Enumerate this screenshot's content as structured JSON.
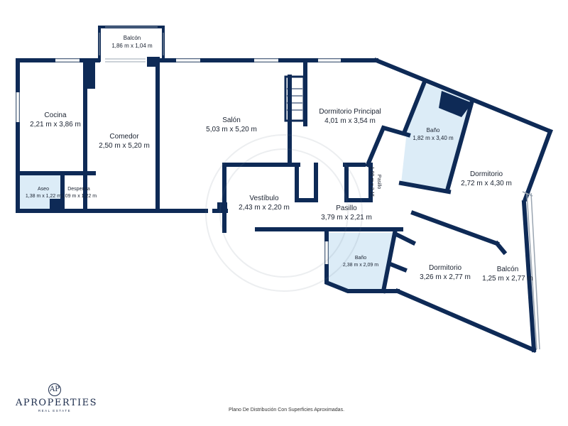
{
  "colors": {
    "wall": "#0e2a56",
    "bath_fill": "#dcecf7",
    "window": "#9aa5b1"
  },
  "rooms": [
    {
      "id": "balcon-top",
      "name": "Balcón",
      "dims": "1,86 m x 1,04 m"
    },
    {
      "id": "cocina",
      "name": "Cocina",
      "dims": "2,21 m x 3,86 m"
    },
    {
      "id": "comedor",
      "name": "Comedor",
      "dims": "2,50 m x 5,20 m"
    },
    {
      "id": "salon",
      "name": "Salón",
      "dims": "5,03 m x 5,20 m"
    },
    {
      "id": "dormitorio-principal",
      "name": "Dormitorio Principal",
      "dims": "4,01 m x 3,54 m"
    },
    {
      "id": "bano-1",
      "name": "Baño",
      "dims": "1,82 m x 3,40 m"
    },
    {
      "id": "dormitorio-1",
      "name": "Dormitorio",
      "dims": "2,72 m x 4,30 m"
    },
    {
      "id": "pasillo-small",
      "name": "Pasillo",
      "dims": "1,00 m x 2,15"
    },
    {
      "id": "aseo",
      "name": "Aseo",
      "dims": "1,38 m x 1,22 m"
    },
    {
      "id": "despensa",
      "name": "Despensa",
      "dims": "1,09 m x 1,22 m"
    },
    {
      "id": "vestibulo",
      "name": "Vestíbulo",
      "dims": "2,43 m x 2,20 m"
    },
    {
      "id": "pasillo",
      "name": "Pasillo",
      "dims": "3,79 m x 2,21 m"
    },
    {
      "id": "bano-2",
      "name": "Baño",
      "dims": "2,38 m x 2,09 m"
    },
    {
      "id": "dormitorio-2",
      "name": "Dormitorio",
      "dims": "3,26 m x 2,77 m"
    },
    {
      "id": "balcon-right",
      "name": "Balcón",
      "dims": "1,25 m x 2,77 m"
    }
  ],
  "brand": {
    "name": "APROPERTIES",
    "tagline": "REAL ESTATE",
    "mark": "AP"
  },
  "footnote": "Plano De Distribución Con Superficies Aproximadas."
}
